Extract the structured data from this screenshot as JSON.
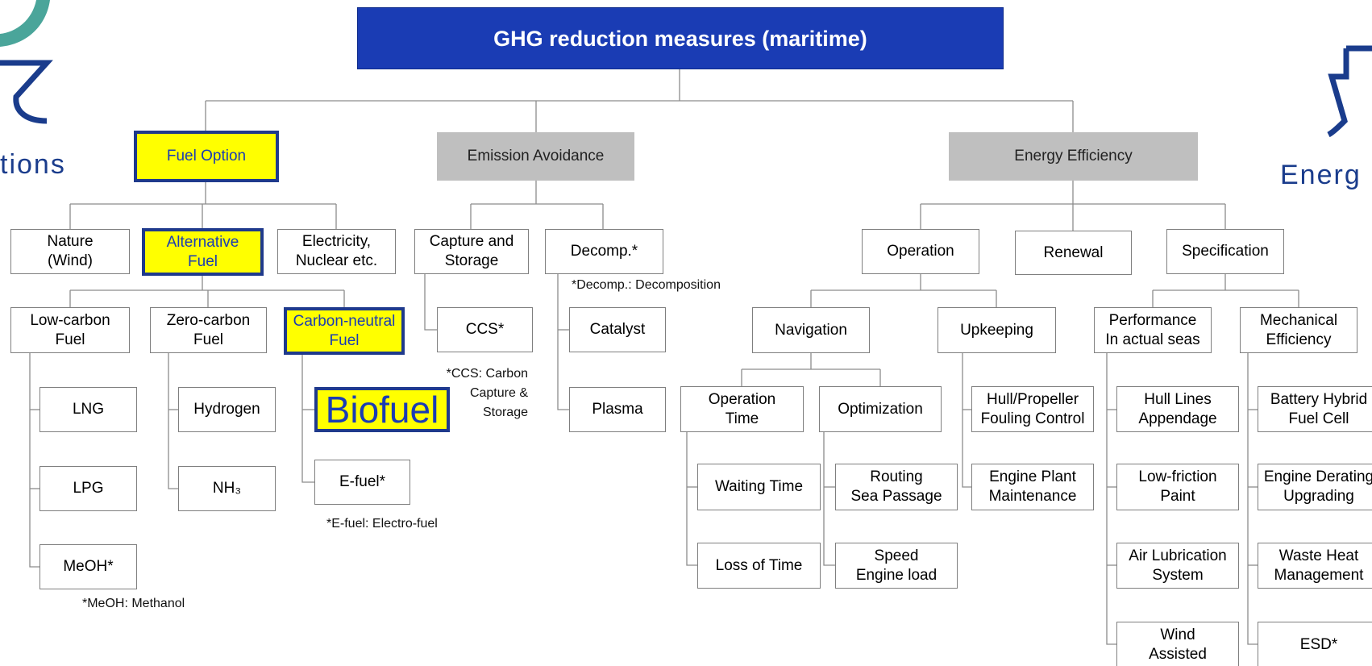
{
  "title": "GHG reduction measures (maritime)",
  "side_labels": {
    "left": "tions",
    "right": "Energ"
  },
  "colors": {
    "root": "#1a3cb4",
    "highlight_fill": "#ffff00",
    "highlight_border": "#1f3a8c",
    "category_gray": "#bfbfbf",
    "connector": "#8c8c8c"
  },
  "nodes": {
    "fuel_option": "Fuel Option",
    "emission_avoidance": "Emission Avoidance",
    "energy_efficiency": "Energy Efficiency",
    "nature_wind": "Nature\n(Wind)",
    "alternative_fuel": "Alternative\nFuel",
    "electricity_nuclear": "Electricity,\nNuclear etc.",
    "low_carbon_fuel": "Low-carbon\nFuel",
    "zero_carbon_fuel": "Zero-carbon\nFuel",
    "carbon_neutral_fuel": "Carbon-neutral\nFuel",
    "lng": "LNG",
    "lpg": "LPG",
    "meoh": "MeOH*",
    "hydrogen": "Hydrogen",
    "nh3": "NH₃",
    "biofuel": "Biofuel",
    "e_fuel": "E-fuel*",
    "capture_and_storage": "Capture and\nStorage",
    "ccs": "CCS*",
    "decomp": "Decomp.*",
    "catalyst": "Catalyst",
    "plasma": "Plasma",
    "operation": "Operation",
    "renewal": "Renewal",
    "specification": "Specification",
    "navigation": "Navigation",
    "upkeeping": "Upkeeping",
    "operation_time": "Operation\nTime",
    "optimization": "Optimization",
    "waiting_time": "Waiting Time",
    "loss_of_time": "Loss of Time",
    "routing_sea_passage": "Routing\nSea Passage",
    "speed_engine_load": "Speed\nEngine load",
    "hull_propeller_fouling": "Hull/Propeller\nFouling Control",
    "engine_plant_maintenance": "Engine Plant\nMaintenance",
    "performance_actual_seas": "Performance\nIn actual seas",
    "mechanical_efficiency": "Mechanical\nEfficiency",
    "hull_lines_appendage": "Hull Lines\nAppendage",
    "low_friction_paint": "Low-friction\nPaint",
    "air_lubrication_system": "Air Lubrication\nSystem",
    "wind_assisted": "Wind\nAssisted",
    "battery_hybrid_fuel_cell": "Battery Hybrid\nFuel Cell",
    "engine_derating_upgrading": "Engine Derating\nUpgrading",
    "waste_heat_management": "Waste Heat\nManagement",
    "esd": "ESD*"
  },
  "notes": {
    "decomp": "*Decomp.: Decomposition",
    "ccs": "*CCS: Carbon\nCapture &\nStorage",
    "efuel": "*E-fuel: Electro-fuel",
    "meoh": "*MeOH: Methanol"
  }
}
